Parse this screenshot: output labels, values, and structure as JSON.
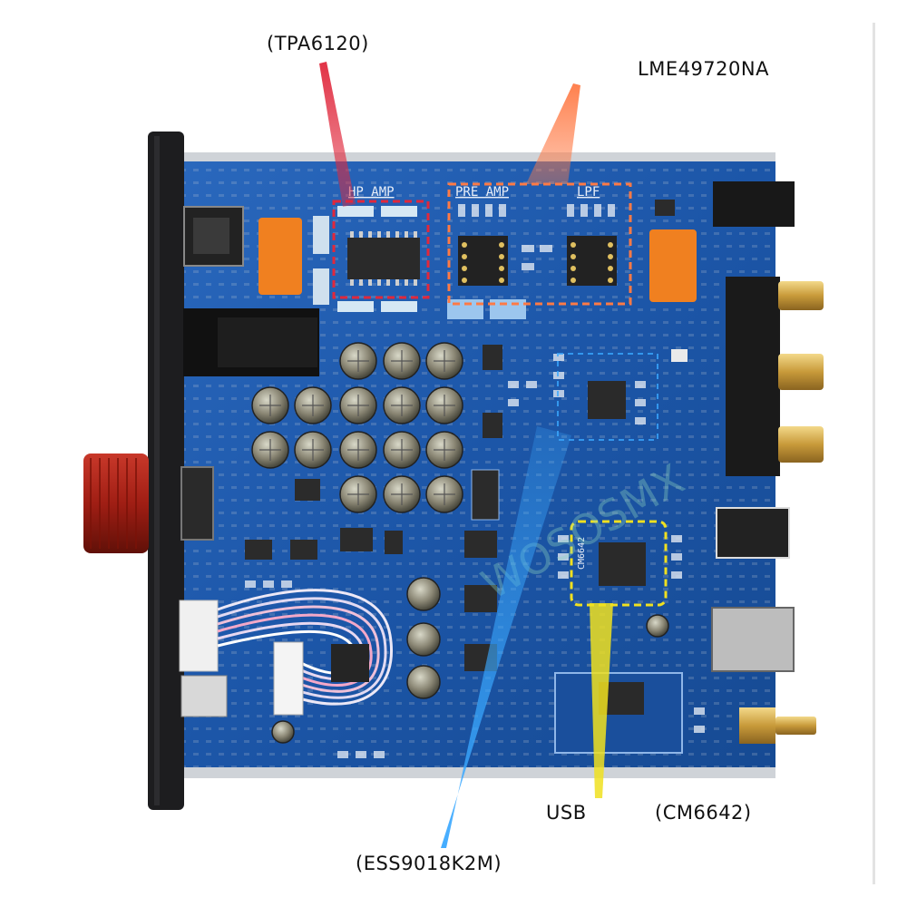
{
  "callouts": {
    "tpa": "(TPA6120)",
    "lme": "LME49720NA",
    "usb_prefix": "USB",
    "usb_chip": "(CM6642)",
    "ess": "(ESS9018K2M)"
  },
  "silkscreen": {
    "hp_amp": "HP AMP",
    "pre_amp": "PRE AMP",
    "lpf": "LPF",
    "cm_chip": "CM6642",
    "watermark": "WOSOSMX"
  },
  "colors": {
    "pcb": "#1c56a8",
    "tpa_marker": "#e0283c",
    "lme_marker": "#ff7a45",
    "usb_marker": "#f0e020",
    "ess_marker": "#3aa8ff"
  }
}
